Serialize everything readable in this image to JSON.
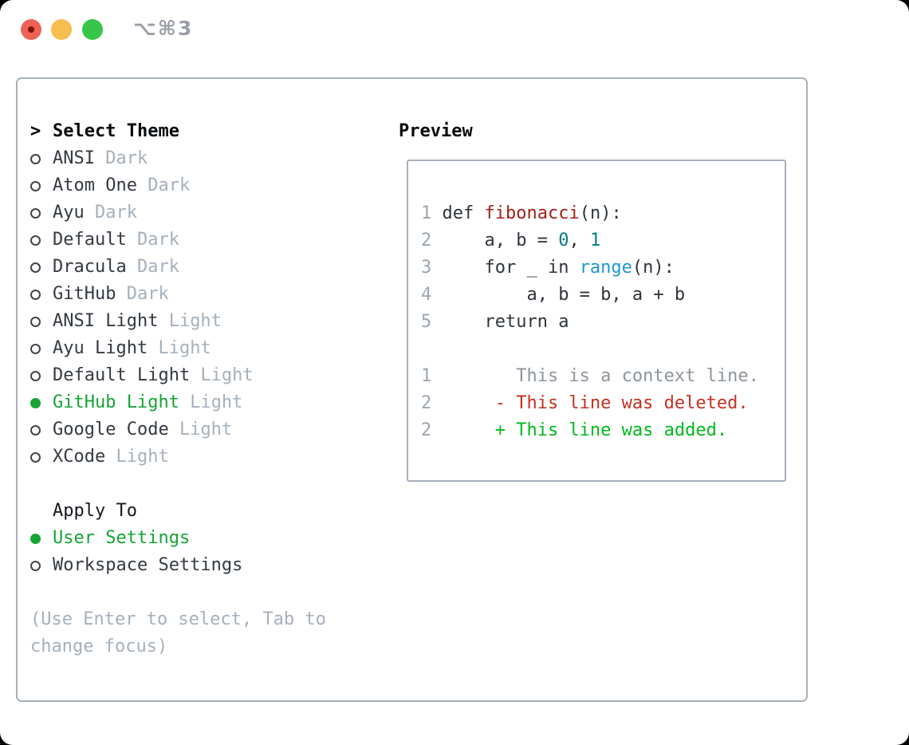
{
  "window": {
    "title": "⌥⌘3"
  },
  "theme_list": {
    "header_marker": ">",
    "header": "Select Theme",
    "items": [
      {
        "name": "ANSI",
        "variant": "Dark",
        "selected": false
      },
      {
        "name": "Atom One",
        "variant": "Dark",
        "selected": false
      },
      {
        "name": "Ayu",
        "variant": "Dark",
        "selected": false
      },
      {
        "name": "Default",
        "variant": "Dark",
        "selected": false
      },
      {
        "name": "Dracula",
        "variant": "Dark",
        "selected": false
      },
      {
        "name": "GitHub",
        "variant": "Dark",
        "selected": false
      },
      {
        "name": "ANSI Light",
        "variant": "Light",
        "selected": false
      },
      {
        "name": "Ayu Light",
        "variant": "Light",
        "selected": false
      },
      {
        "name": "Default Light",
        "variant": "Light",
        "selected": false
      },
      {
        "name": "GitHub Light",
        "variant": "Light",
        "selected": true
      },
      {
        "name": "Google Code",
        "variant": "Light",
        "selected": false
      },
      {
        "name": "XCode",
        "variant": "Light",
        "selected": false
      }
    ]
  },
  "apply_to": {
    "header": "Apply To",
    "options": [
      {
        "label": "User Settings",
        "selected": true
      },
      {
        "label": "Workspace Settings",
        "selected": false
      }
    ]
  },
  "hint": "(Use Enter to select, Tab to change focus)",
  "preview": {
    "title": "Preview",
    "code_lines": [
      {
        "num": "1",
        "tokens": [
          {
            "text": " def ",
            "style": "plain"
          },
          {
            "text": "fibonacci",
            "style": "func"
          },
          {
            "text": "(n):",
            "style": "plain"
          }
        ]
      },
      {
        "num": "2",
        "tokens": [
          {
            "text": "     a, b = ",
            "style": "plain"
          },
          {
            "text": "0",
            "style": "num"
          },
          {
            "text": ", ",
            "style": "plain"
          },
          {
            "text": "1",
            "style": "num"
          }
        ]
      },
      {
        "num": "3",
        "tokens": [
          {
            "text": "     for _ in ",
            "style": "plain"
          },
          {
            "text": "range",
            "style": "builtin"
          },
          {
            "text": "(n):",
            "style": "plain"
          }
        ]
      },
      {
        "num": "4",
        "tokens": [
          {
            "text": "         a, b = b, a + b",
            "style": "plain"
          }
        ]
      },
      {
        "num": "5",
        "tokens": [
          {
            "text": "     return a",
            "style": "plain"
          }
        ]
      },
      {
        "num": "",
        "tokens": []
      },
      {
        "num": "1",
        "tokens": [
          {
            "text": "        This is a context line.",
            "style": "context"
          }
        ]
      },
      {
        "num": "2",
        "tokens": [
          {
            "text": "      - This line was deleted.",
            "style": "deleted"
          }
        ]
      },
      {
        "num": "2",
        "tokens": [
          {
            "text": "      + This line was added.",
            "style": "added"
          }
        ]
      }
    ]
  },
  "colors": {
    "accent_green": "#16a434",
    "added_green": "#00b81e",
    "deleted_red": "#c53022",
    "function_red": "#a32019",
    "number_teal": "#007c82",
    "builtin_blue": "#2096cf",
    "muted_gray": "#a6b0bb",
    "border_gray": "#a8b0ba"
  }
}
